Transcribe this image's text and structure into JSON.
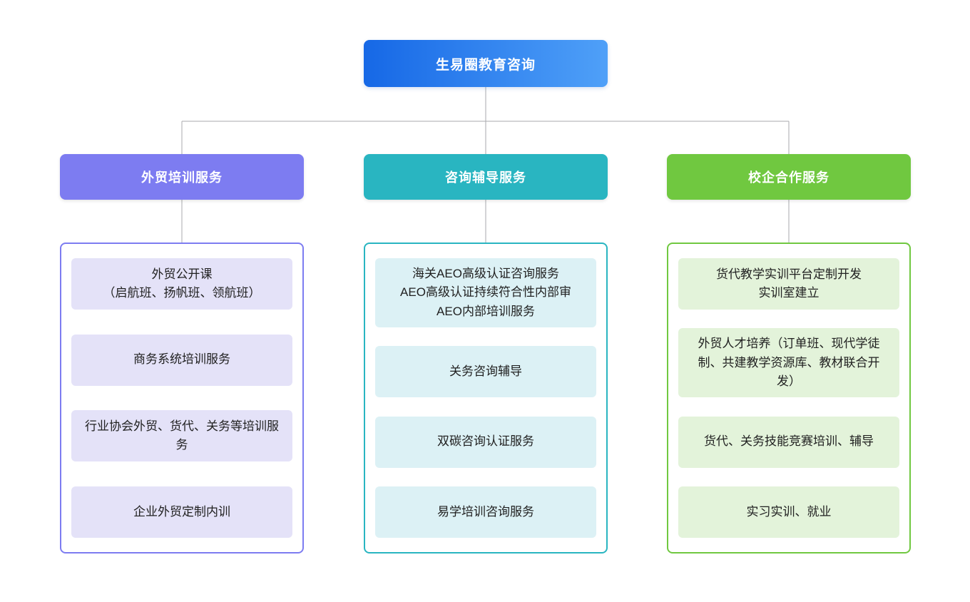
{
  "root": {
    "label": "生易圈教育咨询",
    "gradient_start": "#1668e6",
    "gradient_end": "#4fa0f8"
  },
  "connector_color": "#a8aaad",
  "branches": [
    {
      "label": "外贸培训服务",
      "color": "#7d7cf1",
      "item_bg": "#e4e2f8",
      "items": [
        {
          "lines": [
            "外贸公开课",
            "（启航班、扬帆班、领航班）"
          ]
        },
        {
          "lines": [
            "商务系统培训服务"
          ]
        },
        {
          "lines": [
            "行业协会外贸、货代、关务等培训服务"
          ]
        },
        {
          "lines": [
            "企业外贸定制内训"
          ]
        }
      ]
    },
    {
      "label": "咨询辅导服务",
      "color": "#29b5c1",
      "item_bg": "#dcf1f5",
      "items": [
        {
          "lines": [
            "海关AEO高级认证咨询服务",
            "AEO高级认证持续符合性内部审",
            "AEO内部培训服务"
          ]
        },
        {
          "lines": [
            "关务咨询辅导"
          ]
        },
        {
          "lines": [
            "双碳咨询认证服务"
          ]
        },
        {
          "lines": [
            "易学培训咨询服务"
          ]
        }
      ]
    },
    {
      "label": "校企合作服务",
      "color": "#70c840",
      "item_bg": "#e3f3da",
      "items": [
        {
          "lines": [
            "货代教学实训平台定制开发",
            "实训室建立"
          ]
        },
        {
          "lines": [
            "外贸人才培养（订单班、现代学徒制、共建教学资源库、教材联合开发）"
          ]
        },
        {
          "lines": [
            "货代、关务技能竞赛培训、辅导"
          ]
        },
        {
          "lines": [
            "实习实训、就业"
          ]
        }
      ]
    }
  ]
}
